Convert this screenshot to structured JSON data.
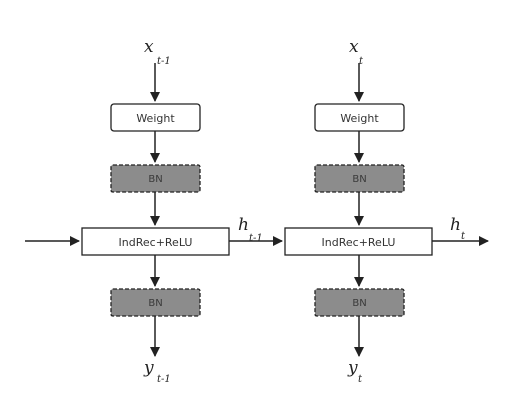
{
  "diagram": {
    "colors": {
      "stroke": "#222222",
      "bn_fill": "#8c8c8c",
      "box_fill": "#ffffff"
    },
    "left_cell": {
      "input_var": "x",
      "input_sub": "t-1",
      "weight_label": "Weight",
      "bn_top_label": "BN",
      "core_label": "IndRec+ReLU",
      "bn_bottom_label": "BN",
      "output_var": "y",
      "output_sub": "t-1"
    },
    "right_cell": {
      "input_var": "x",
      "input_sub": "t",
      "weight_label": "Weight",
      "bn_top_label": "BN",
      "core_label": "IndRec+ReLU",
      "bn_bottom_label": "BN",
      "output_var": "y",
      "output_sub": "t"
    },
    "hidden_mid": {
      "var": "h",
      "sub": "t-1"
    },
    "hidden_out": {
      "var": "h",
      "sub": "t"
    }
  }
}
